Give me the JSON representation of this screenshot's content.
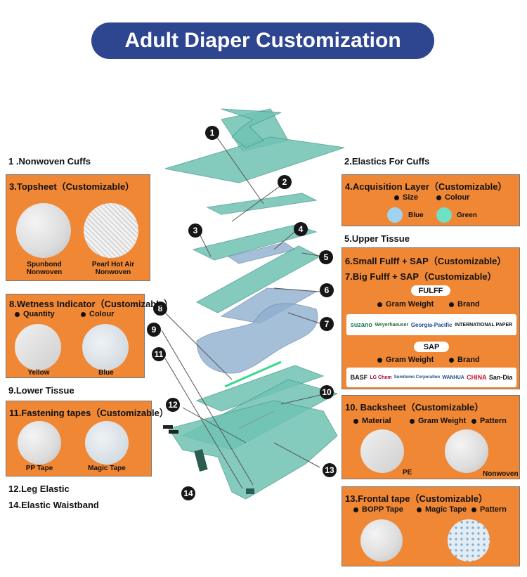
{
  "title": "Adult Diaper Customization",
  "labels": {
    "nonwoven_cuffs": "1 .Nonwoven Cuffs",
    "lower_tissue": "9.Lower Tissue",
    "leg_elastic": "12.Leg Elastic",
    "elastic_waistband": "14.Elastic Waistband",
    "elastics_cuffs": "2.Elastics For Cuffs",
    "upper_tissue": "5.Upper Tissue"
  },
  "topsheet": {
    "title": "3.Topsheet（Customizable）",
    "options": [
      "Spunbond\nNonwoven",
      "Pearl Hot Air\nNonwoven"
    ]
  },
  "wetness": {
    "title": "8.Wetness Indicator（Customizable）",
    "bullets": [
      "Quantity",
      "Colour"
    ],
    "options": [
      "Yellow",
      "Blue"
    ]
  },
  "fastening": {
    "title": "11.Fastening tapes（Customizable）",
    "options": [
      "PP Tape",
      "Magic Tape"
    ]
  },
  "acquisition": {
    "title": "4.Acquisition Layer（Customizable）",
    "bullets": [
      "Size",
      "Colour"
    ],
    "options": [
      "Blue",
      "Green"
    ],
    "colors": [
      "#9fd3f0",
      "#6de0c6"
    ]
  },
  "fluff": {
    "title1": "6.Small Fulff + SAP（Customizable）",
    "title2": "7.Big Fulff + SAP（Customizable）",
    "fluff_label": "FULFF",
    "sap_label": "SAP",
    "bullets": [
      "Gram Weight",
      "Brand"
    ],
    "fluff_brands": [
      "suzano",
      "Weyerhaeuser",
      "Georgia-Pacific",
      "INTERNATIONAL PAPER"
    ],
    "sap_brands": [
      "BASF",
      "LG Chem",
      "Sumitomo Corporation",
      "WANHUA",
      "CHINA",
      "San-Dia"
    ]
  },
  "backsheet": {
    "title": "10. Backsheet（Customizable）",
    "bullets": [
      "Material",
      "Gram Weight",
      "Pattern"
    ],
    "options": [
      "PE",
      "Nonwoven"
    ]
  },
  "frontal": {
    "title": "13.Frontal tape（Customizable）",
    "bullets": [
      "BOPP Tape",
      "Magic Tape",
      "Pattern"
    ]
  },
  "callouts": [
    "1",
    "2",
    "3",
    "4",
    "5",
    "6",
    "7",
    "8",
    "9",
    "10",
    "11",
    "12",
    "13",
    "14"
  ],
  "colors": {
    "title_bg": "#2e4590",
    "box_bg": "#f08735",
    "layer": "#6fc3b3"
  }
}
